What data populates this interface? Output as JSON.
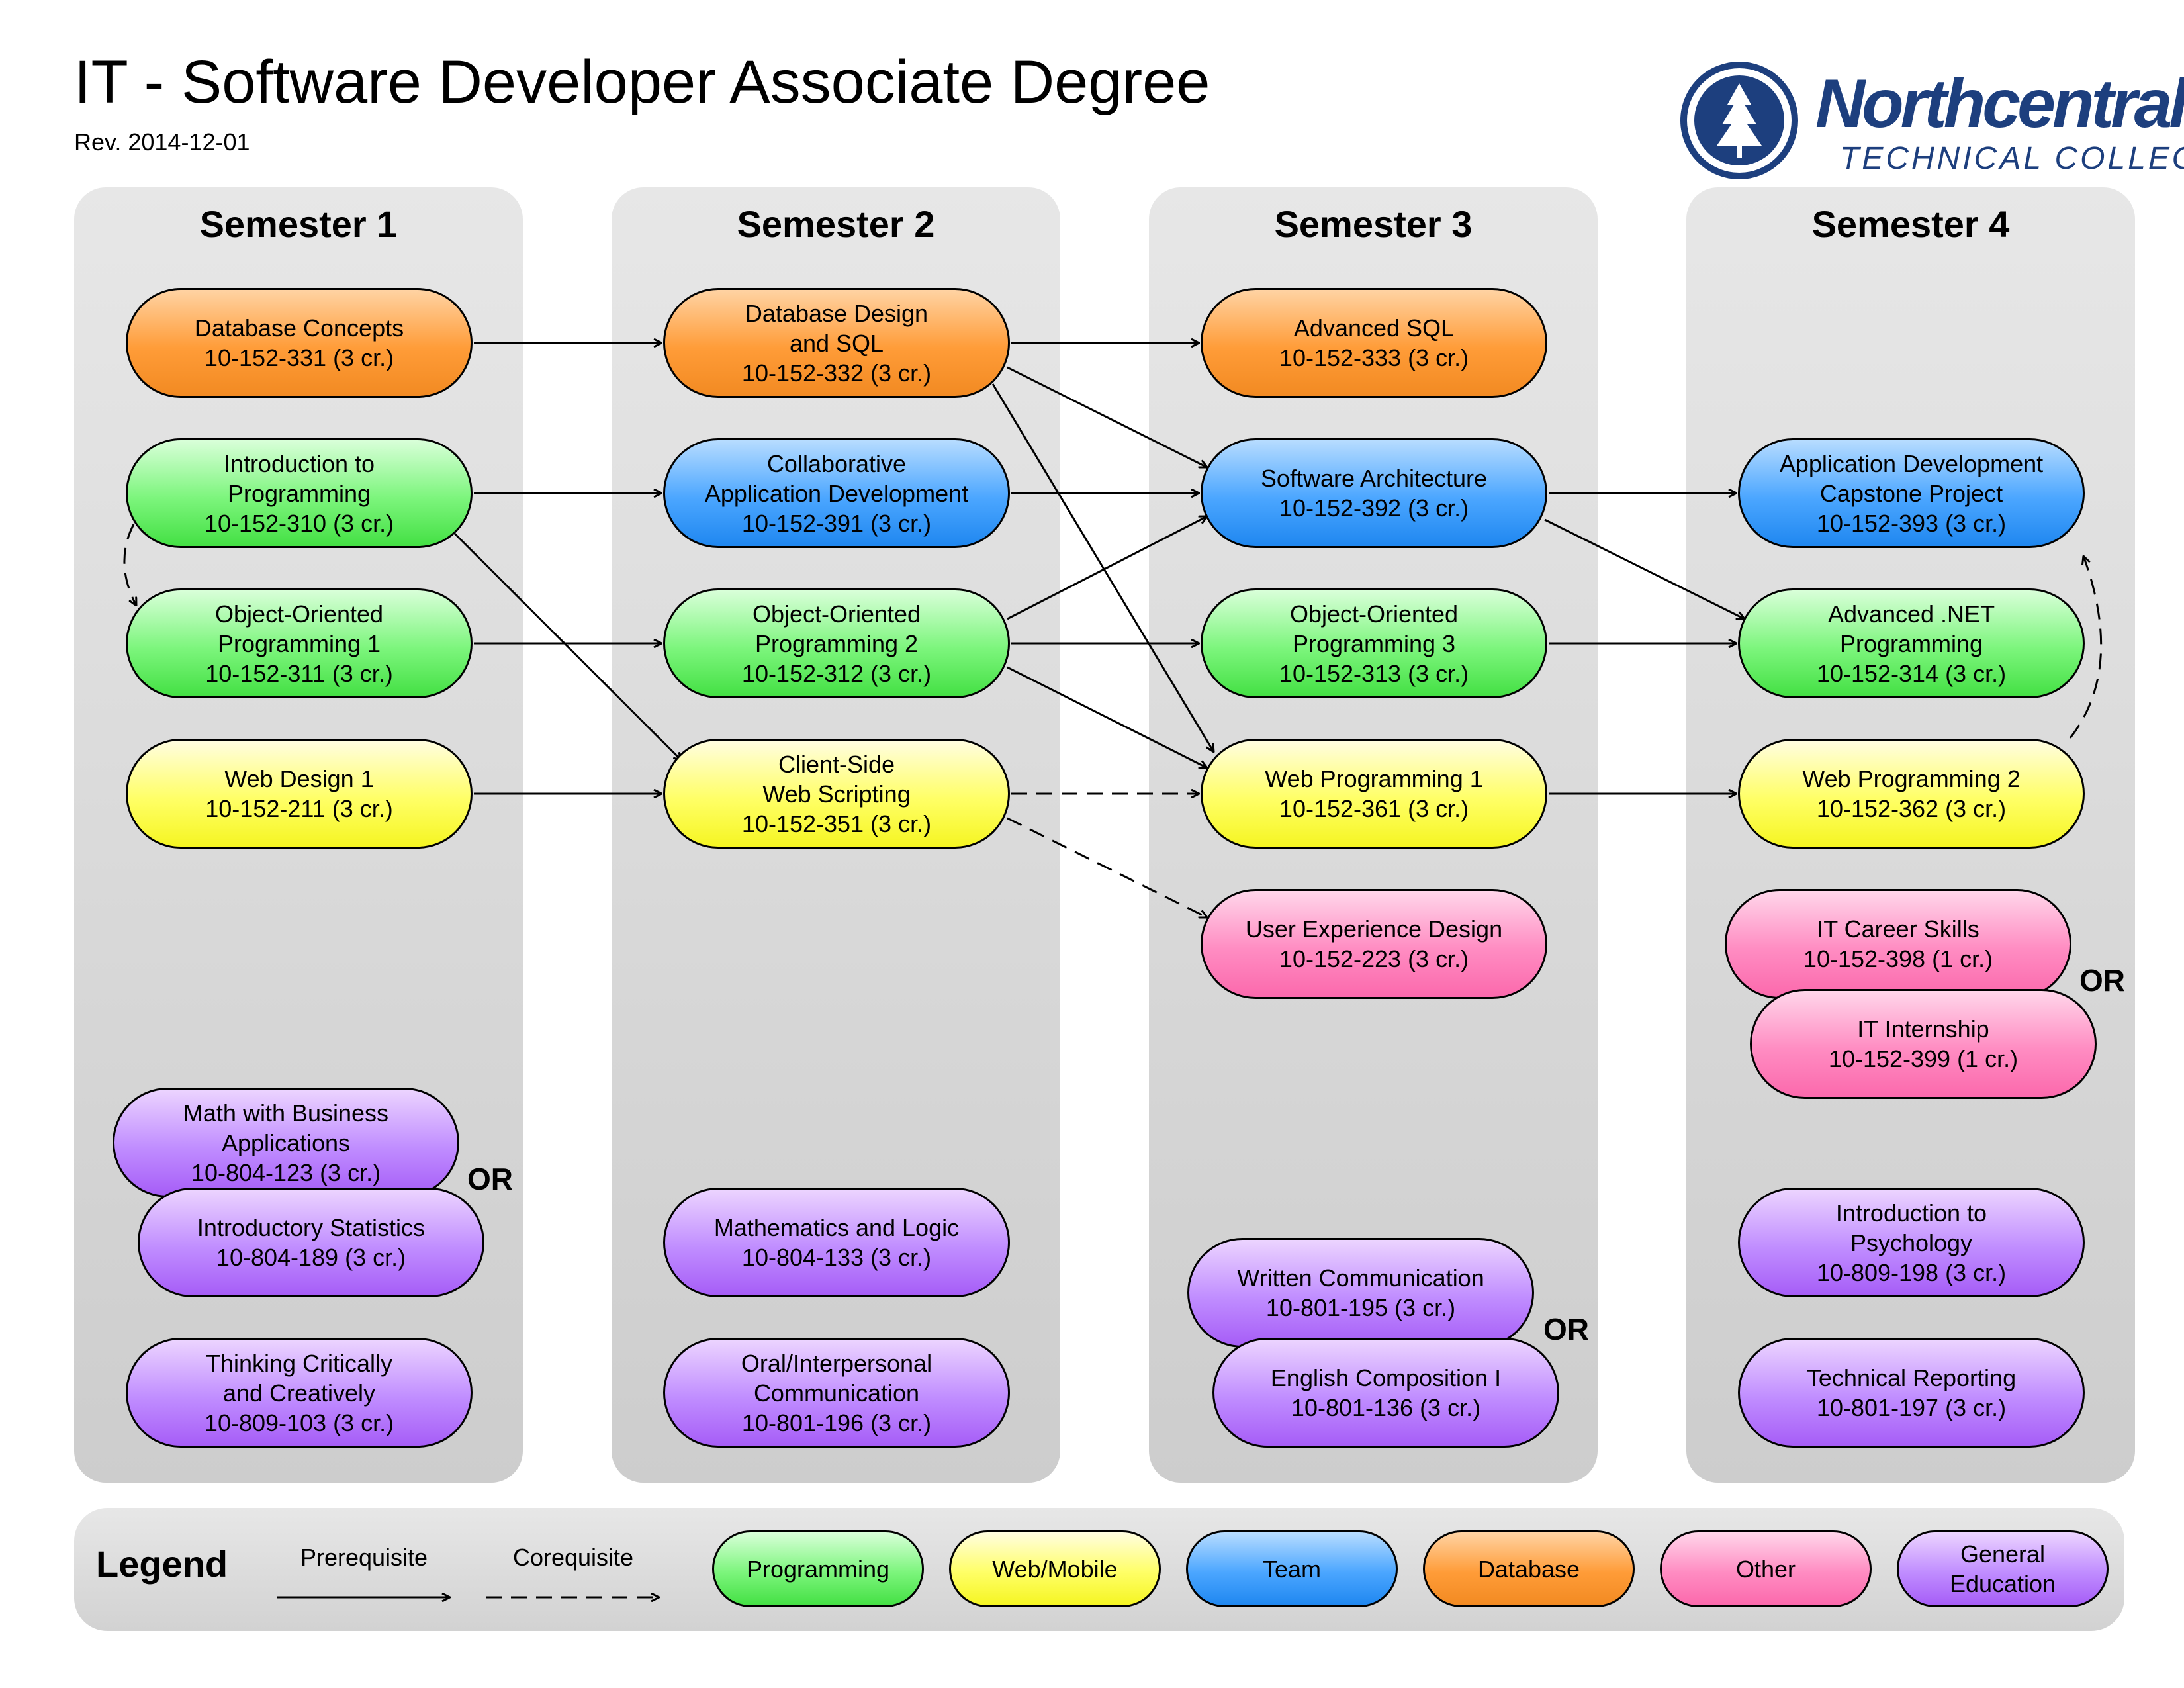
{
  "header": {
    "title": "IT - Software Developer Associate Degree",
    "revision": "Rev. 2014-12-01",
    "logo_name": "Northcentral",
    "logo_sub": "TECHNICAL COLLEGE"
  },
  "semesters": [
    "Semester 1",
    "Semester 2",
    "Semester 3",
    "Semester 4"
  ],
  "courses": {
    "s1_db": [
      "Database Concepts",
      "10-152-331 (3 cr.)"
    ],
    "s1_intro": [
      "Introduction to",
      "Programming",
      "10-152-310 (3 cr.)"
    ],
    "s1_oop1": [
      "Object-Oriented",
      "Programming 1",
      "10-152-311 (3 cr.)"
    ],
    "s1_web1": [
      "Web Design 1",
      "10-152-211 (3 cr.)"
    ],
    "s1_math": [
      "Math with Business",
      "Applications",
      "10-804-123 (3 cr.)"
    ],
    "s1_stats": [
      "Introductory Statistics",
      "10-804-189 (3 cr.)"
    ],
    "s1_think": [
      "Thinking Critically",
      "and Creatively",
      "10-809-103 (3 cr.)"
    ],
    "s2_dbd": [
      "Database Design",
      "and SQL",
      "10-152-332 (3 cr.)"
    ],
    "s2_collab": [
      "Collaborative",
      "Application Development",
      "10-152-391 (3 cr.)"
    ],
    "s2_oop2": [
      "Object-Oriented",
      "Programming 2",
      "10-152-312 (3 cr.)"
    ],
    "s2_client": [
      "Client-Side",
      "Web Scripting",
      "10-152-351 (3 cr.)"
    ],
    "s2_mathlogic": [
      "Mathematics and Logic",
      "10-804-133 (3 cr.)"
    ],
    "s2_oral": [
      "Oral/Interpersonal",
      "Communication",
      "10-801-196 (3 cr.)"
    ],
    "s3_advsql": [
      "Advanced SQL",
      "10-152-333 (3 cr.)"
    ],
    "s3_arch": [
      "Software Architecture",
      "10-152-392 (3 cr.)"
    ],
    "s3_oop3": [
      "Object-Oriented",
      "Programming 3",
      "10-152-313 (3 cr.)"
    ],
    "s3_webprog1": [
      "Web Programming 1",
      "10-152-361 (3 cr.)"
    ],
    "s3_ux": [
      "User Experience Design",
      "10-152-223 (3 cr.)"
    ],
    "s3_written": [
      "Written Communication",
      "10-801-195 (3 cr.)"
    ],
    "s3_english": [
      "English Composition I",
      "10-801-136 (3 cr.)"
    ],
    "s4_capstone": [
      "Application Development",
      "Capstone Project",
      "10-152-393 (3 cr.)"
    ],
    "s4_dotnet": [
      "Advanced .NET",
      "Programming",
      "10-152-314 (3 cr.)"
    ],
    "s4_webprog2": [
      "Web Programming 2",
      "10-152-362 (3 cr.)"
    ],
    "s4_career": [
      "IT Career Skills",
      "10-152-398 (1 cr.)"
    ],
    "s4_intern": [
      "IT Internship",
      "10-152-399 (1 cr.)"
    ],
    "s4_psych": [
      "Introduction to",
      "Psychology",
      "10-809-198 (3 cr.)"
    ],
    "s4_techrep": [
      "Technical Reporting",
      "10-801-197 (3 cr.)"
    ]
  },
  "or_label": "OR",
  "legend": {
    "title": "Legend",
    "prerequisite": "Prerequisite",
    "corequisite": "Corequisite",
    "categories": {
      "programming": [
        "Programming"
      ],
      "web": [
        "Web/Mobile"
      ],
      "team": [
        "Team"
      ],
      "database": [
        "Database"
      ],
      "other": [
        "Other"
      ],
      "gened": [
        "General",
        "Education"
      ]
    }
  },
  "colors": {
    "programming": "#66ee66",
    "web_mobile": "#ffff55",
    "team": "#3a9cff",
    "database": "#ff9933",
    "other": "#ff80bb",
    "general_education": "#b57cff",
    "logo_blue": "#1d3f7e"
  }
}
